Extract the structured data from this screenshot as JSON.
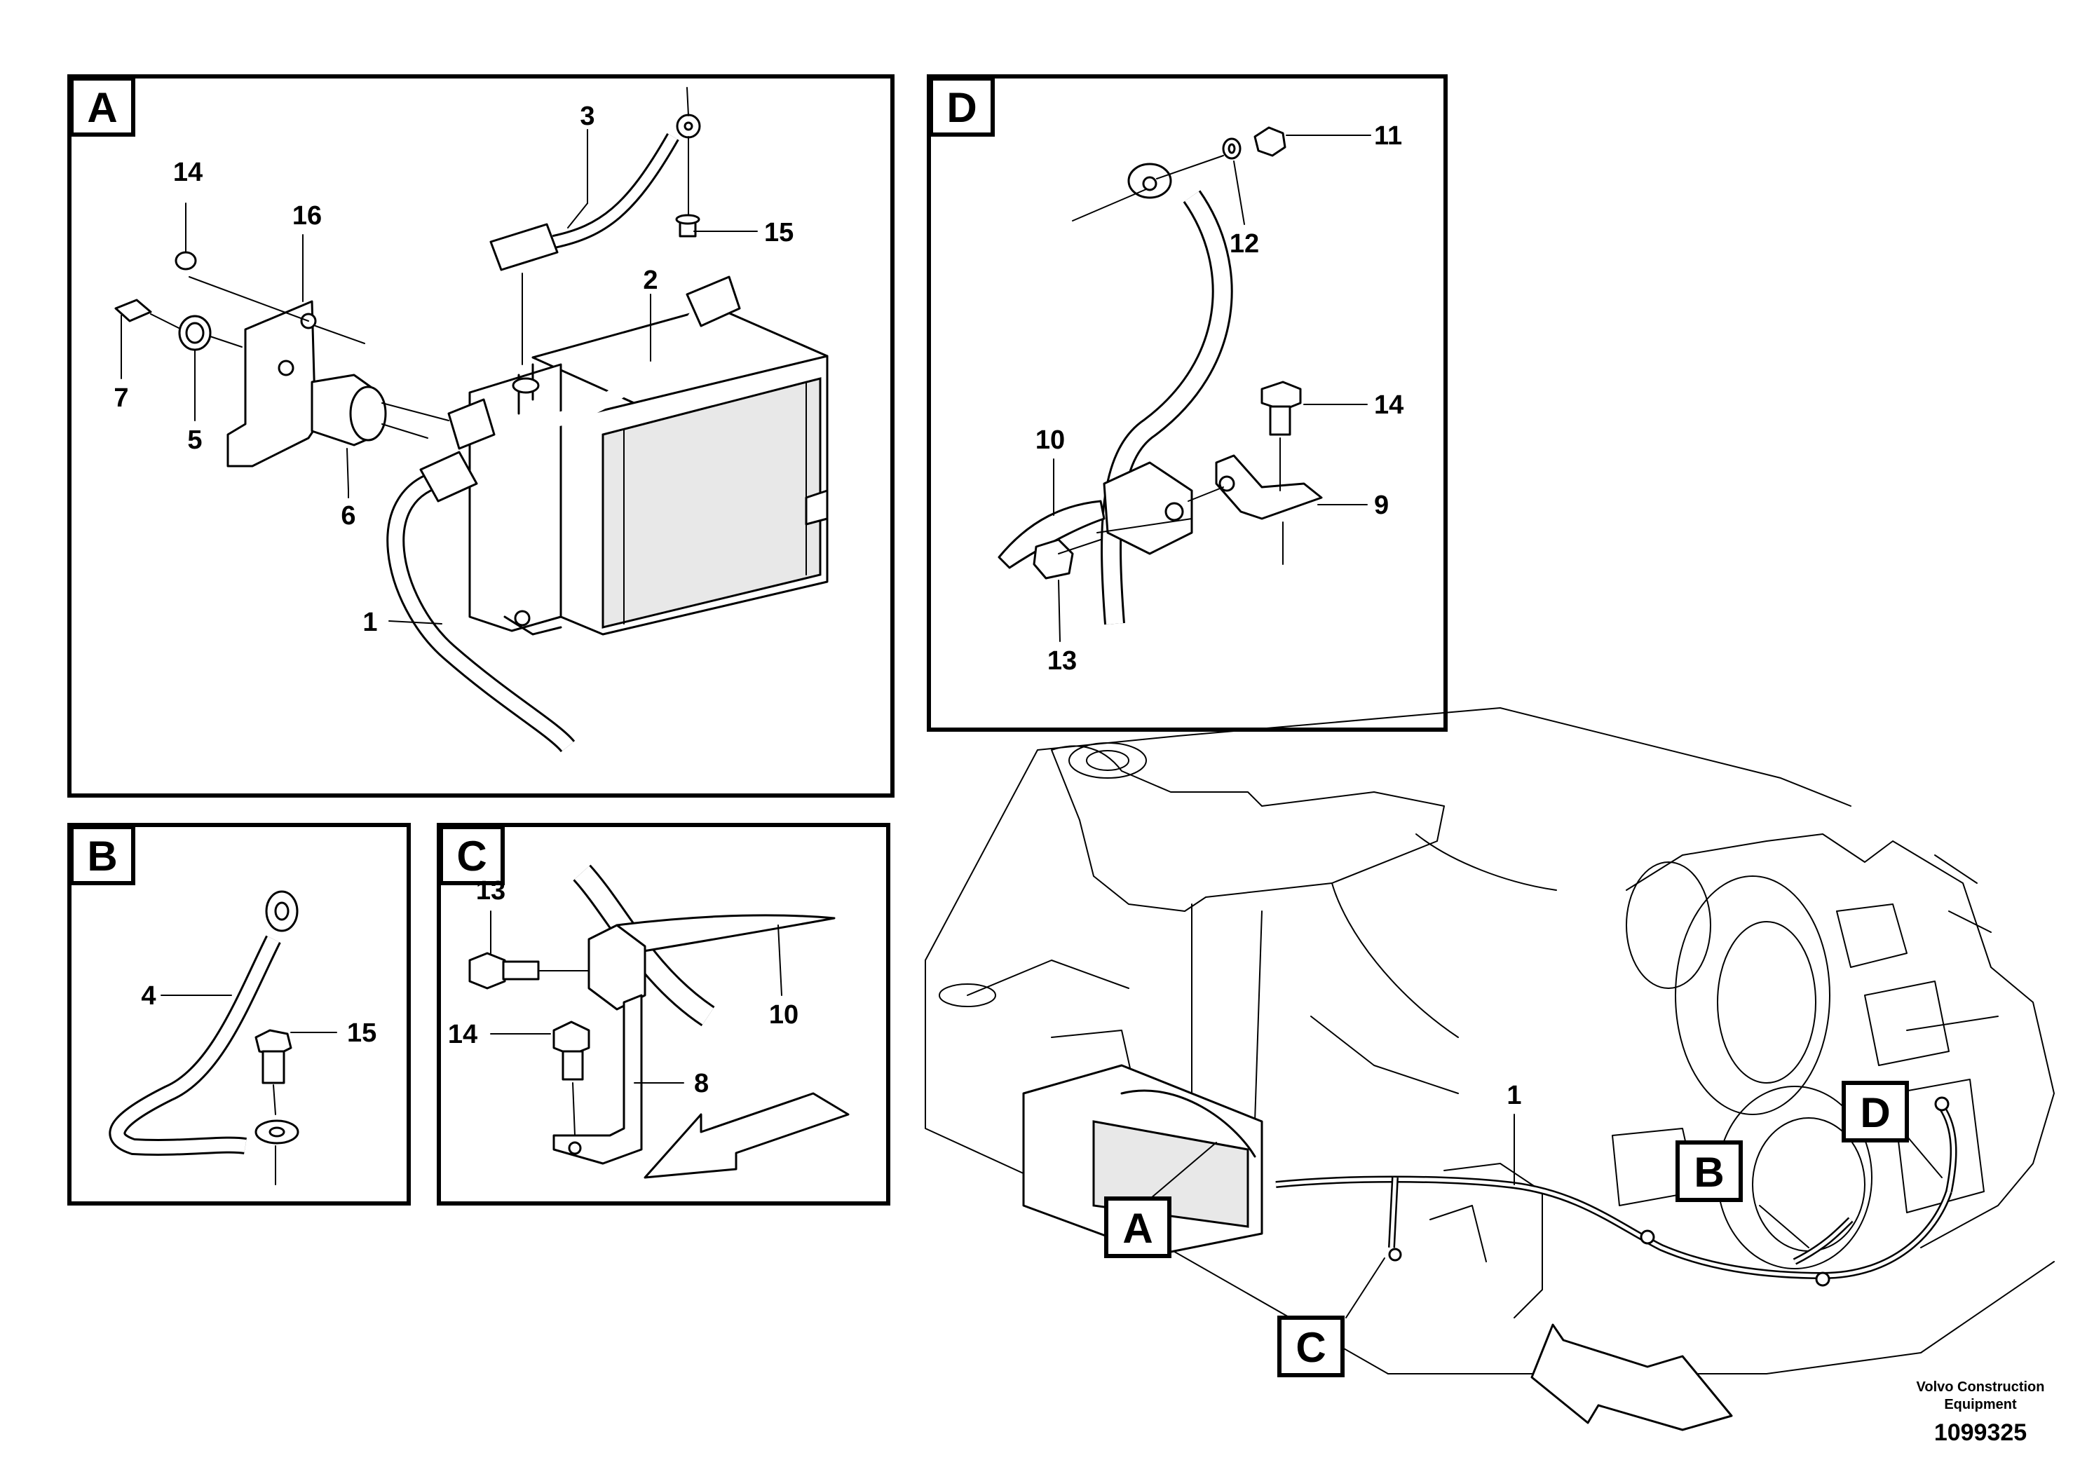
{
  "panels": {
    "A": {
      "tag": "A",
      "parts": {
        "p1": "1",
        "p2": "2",
        "p3": "3",
        "p5": "5",
        "p6": "6",
        "p7": "7",
        "p14": "14",
        "p15": "15",
        "p16": "16"
      }
    },
    "B": {
      "tag": "B",
      "parts": {
        "p4": "4",
        "p15": "15"
      }
    },
    "C": {
      "tag": "C",
      "parts": {
        "p8": "8",
        "p10": "10",
        "p13": "13",
        "p14": "14"
      }
    },
    "D": {
      "tag": "D",
      "parts": {
        "p9": "9",
        "p10": "10",
        "p11": "11",
        "p12": "12",
        "p13": "13",
        "p14": "14"
      }
    }
  },
  "overview": {
    "cable_label": "1",
    "callouts": {
      "A": "A",
      "B": "B",
      "C": "C",
      "D": "D"
    }
  },
  "footer": {
    "company_line1": "Volvo Construction",
    "company_line2": "Equipment",
    "drawing_number": "1099325"
  }
}
